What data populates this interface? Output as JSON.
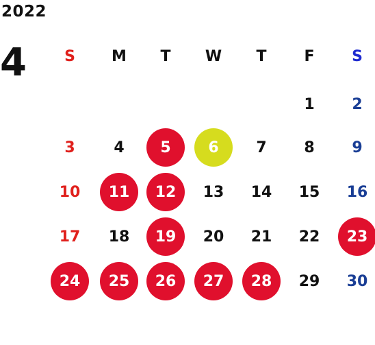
{
  "year": "2022",
  "month": "4",
  "weekdays": [
    "S",
    "M",
    "T",
    "W",
    "T",
    "F",
    "S"
  ],
  "colors": {
    "text": "#111111",
    "sunday": "#e0201c",
    "saturday": "#1a3e95",
    "sunday_header": "#e0201c",
    "saturday_header": "#1f2bd0",
    "holiday_circle": "#e0102d",
    "today_circle": "#d6dc1e",
    "on_circle": "#ffffff"
  },
  "first_weekday": 5,
  "days": [
    {
      "d": "1"
    },
    {
      "d": "2"
    },
    {
      "d": "3"
    },
    {
      "d": "4"
    },
    {
      "d": "5",
      "mark": "holiday"
    },
    {
      "d": "6",
      "mark": "today"
    },
    {
      "d": "7"
    },
    {
      "d": "8"
    },
    {
      "d": "9"
    },
    {
      "d": "10"
    },
    {
      "d": "11",
      "mark": "holiday"
    },
    {
      "d": "12",
      "mark": "holiday"
    },
    {
      "d": "13"
    },
    {
      "d": "14"
    },
    {
      "d": "15"
    },
    {
      "d": "16"
    },
    {
      "d": "17"
    },
    {
      "d": "18"
    },
    {
      "d": "19",
      "mark": "holiday"
    },
    {
      "d": "20"
    },
    {
      "d": "21"
    },
    {
      "d": "22"
    },
    {
      "d": "23",
      "mark": "holiday"
    },
    {
      "d": "24",
      "mark": "holiday"
    },
    {
      "d": "25",
      "mark": "holiday"
    },
    {
      "d": "26",
      "mark": "holiday"
    },
    {
      "d": "27",
      "mark": "holiday"
    },
    {
      "d": "28",
      "mark": "holiday"
    },
    {
      "d": "29"
    },
    {
      "d": "30"
    }
  ]
}
